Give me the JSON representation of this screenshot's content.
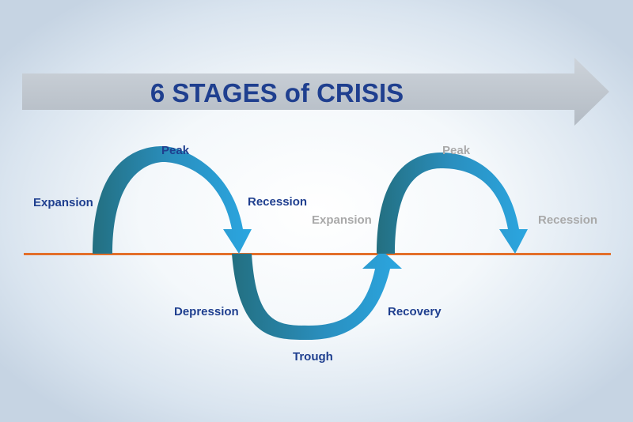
{
  "title": "6 STAGES of CRISIS",
  "labels": {
    "peak_1": "Peak",
    "expansion_1": "Expansion",
    "recession_1": "Recession",
    "depression": "Depression",
    "trough": "Trough",
    "recovery": "Recovery",
    "expansion_2": "Expansion",
    "peak_2": "Peak",
    "recession_2": "Recession"
  },
  "colors": {
    "title_text": "#1f3f8f",
    "label_text": "#1f3f8f",
    "faded_label": "#a9a9a9",
    "banner_arrow": "#c2c9d0",
    "baseline": "#e36f2a",
    "arc_dark": "#236f80",
    "arc_light": "#2ba6e0"
  }
}
